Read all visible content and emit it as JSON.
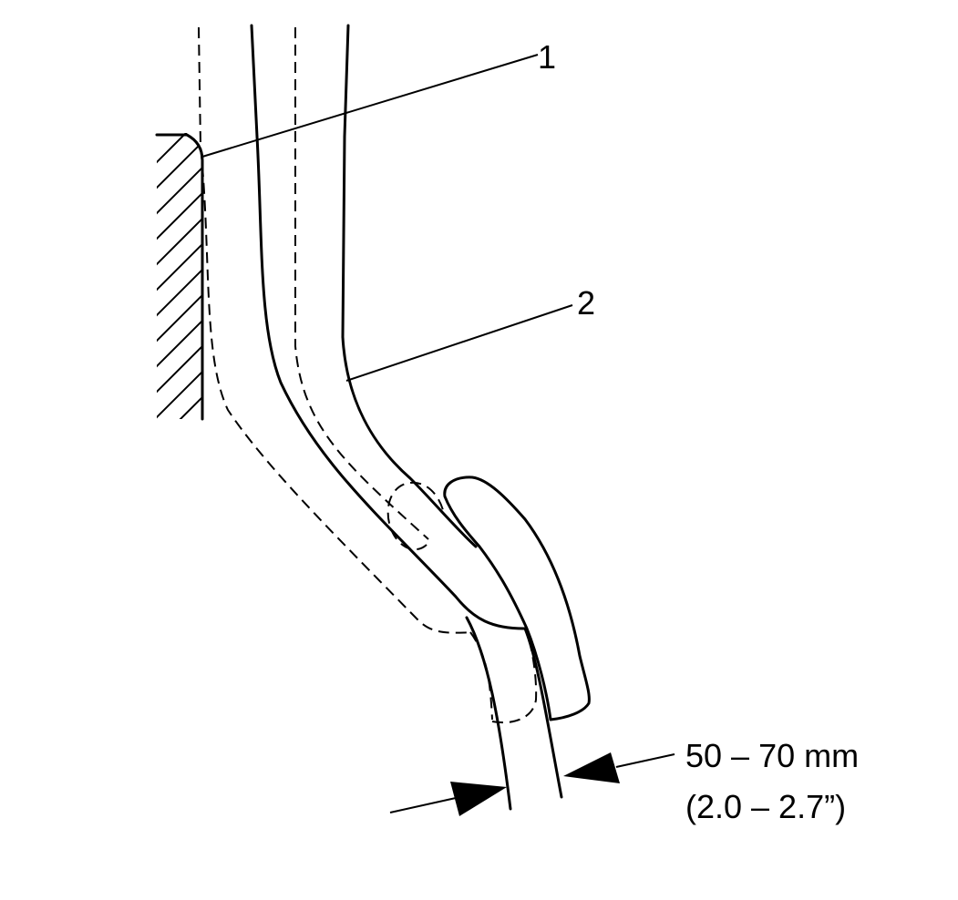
{
  "callouts": [
    {
      "number": "1"
    },
    {
      "number": "2"
    }
  ],
  "dimension": {
    "metric": "50 – 70 mm",
    "imperial": "(2.0 – 2.7”)"
  }
}
